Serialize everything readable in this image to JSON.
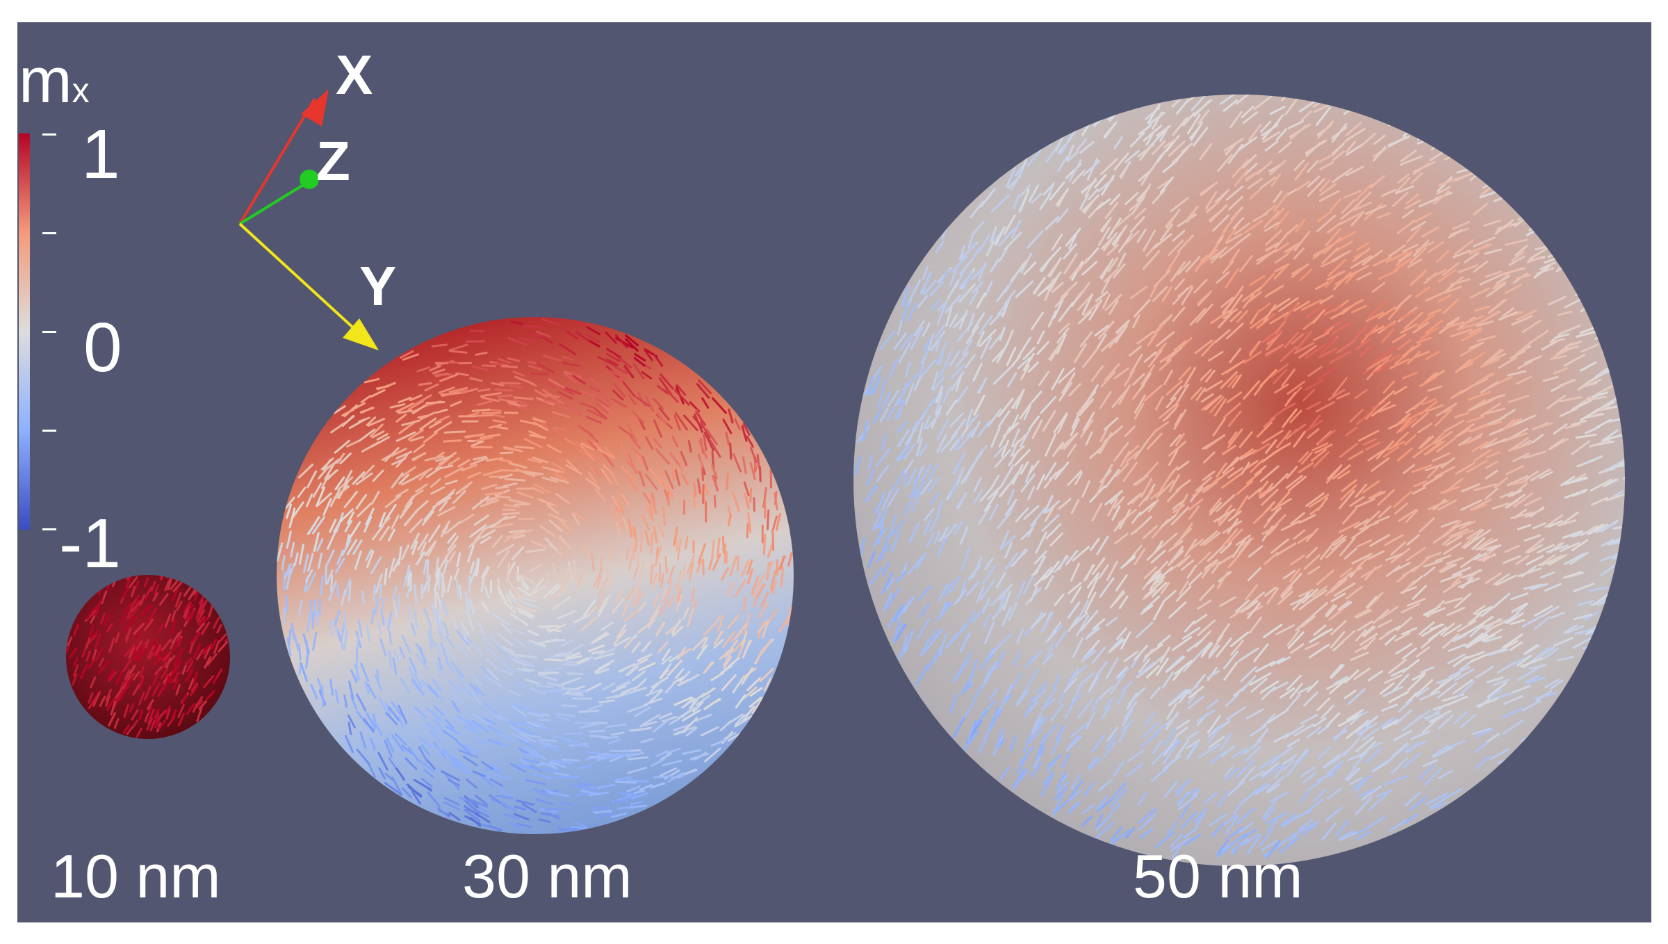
{
  "colorbar": {
    "title": "m",
    "title_subscript": "x",
    "tick_max": "1",
    "tick_mid": "0",
    "tick_min": "-1",
    "colormap": [
      "#3b4cc0",
      "#8db0fe",
      "#dddddd",
      "#f49a7b",
      "#b40426"
    ]
  },
  "axes": {
    "x_label": "X",
    "y_label": "Y",
    "z_label": "Z",
    "x_color": "#e8362c",
    "y_color": "#f2e51a",
    "z_color": "#22cc22"
  },
  "particles": [
    {
      "label": "10 nm",
      "state": "uniform",
      "dominant_color": "#7a0e1a"
    },
    {
      "label": "30 nm",
      "state": "vortex",
      "dominant_color": "#e6a58c"
    },
    {
      "label": "50 nm",
      "state": "vortex",
      "dominant_color": "#d7d2d0"
    }
  ],
  "background_color": "#525670"
}
